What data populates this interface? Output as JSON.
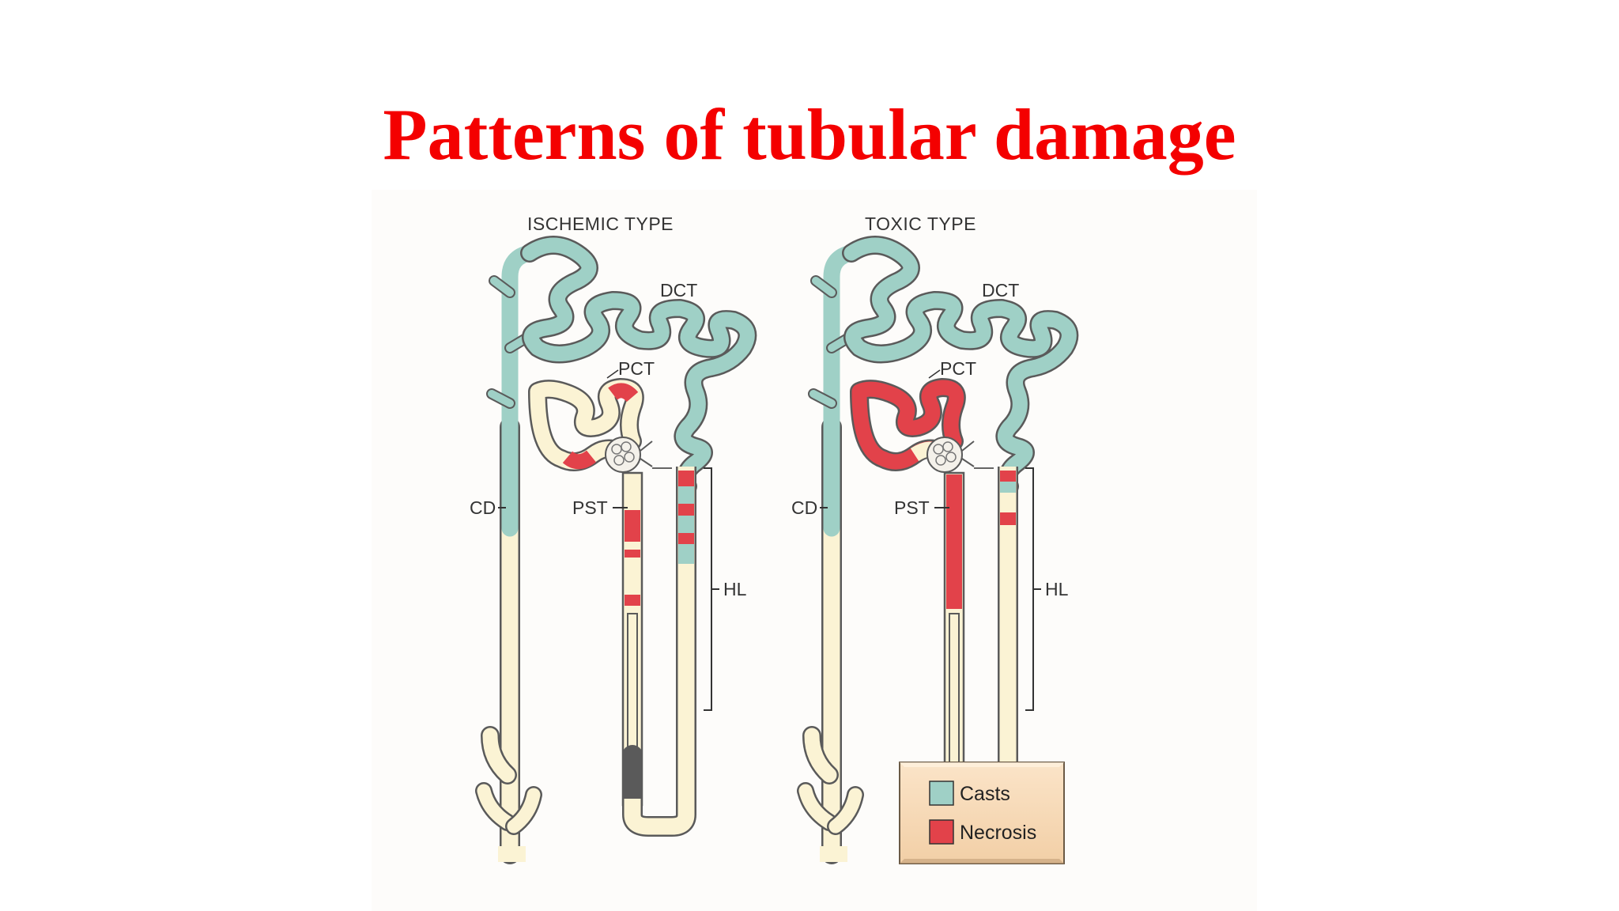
{
  "slide": {
    "title": "Patterns of tubular damage"
  },
  "figure": {
    "panels": [
      {
        "heading": "ISCHEMIC TYPE",
        "labels": {
          "dct": "DCT",
          "pct": "PCT",
          "cd": "CD",
          "pst": "PST",
          "hl": "HL"
        }
      },
      {
        "heading": "TOXIC TYPE",
        "labels": {
          "dct": "DCT",
          "pct": "PCT",
          "cd": "CD",
          "pst": "PST",
          "hl": "HL"
        }
      }
    ],
    "legend": {
      "items": [
        {
          "label": "Casts",
          "color": "#9fd0c6"
        },
        {
          "label": "Necrosis",
          "color": "#e2424a"
        }
      ]
    },
    "colors": {
      "normal": "#fbf3d4",
      "casts": "#9fd0c6",
      "necrosis": "#e2424a",
      "outline": "#5a5a5a",
      "legend_bg": "#f7d8b5"
    }
  }
}
